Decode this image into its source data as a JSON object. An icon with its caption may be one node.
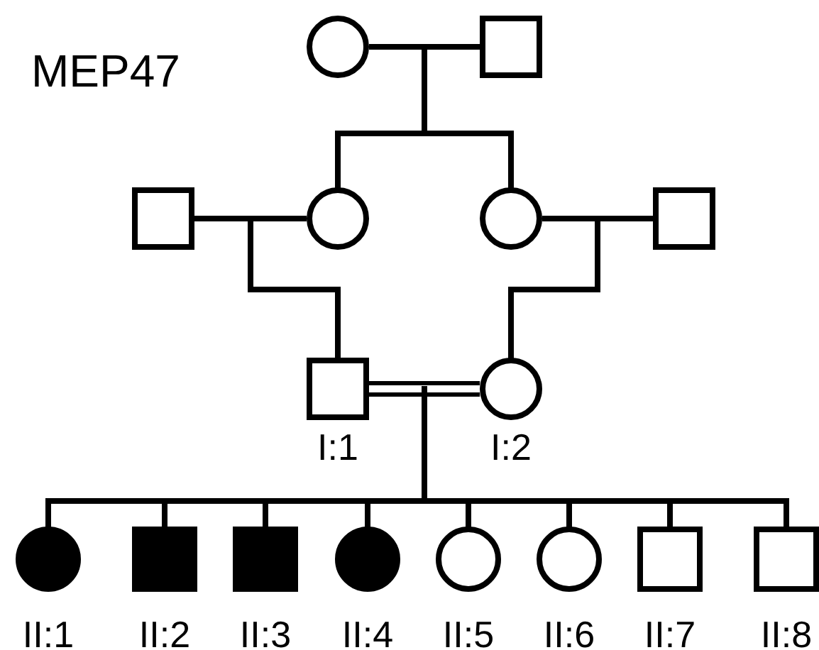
{
  "diagram": {
    "title": "MEP47",
    "nodes": [
      {
        "text": [],
        "shape": "circle"
      },
      {
        "text": [],
        "shape": "box"
      },
      {
        "text": [],
        "shape": "box"
      },
      {
        "text": [],
        "shape": "circle"
      },
      {
        "text": [],
        "shape": "circle"
      },
      {
        "text": [],
        "shape": "box"
      },
      {
        "text": [],
        "shape": "box",
        "beside": [
          "I:1"
        ]
      },
      {
        "text": [],
        "shape": "circle",
        "beside": [
          "I:2"
        ]
      },
      {
        "text": [],
        "shape": "disc",
        "beside": [
          "II:1"
        ]
      },
      {
        "text": [],
        "shape": "block",
        "beside": [
          "II:2"
        ]
      },
      {
        "text": [],
        "shape": "block",
        "beside": [
          "II:3"
        ]
      },
      {
        "text": [],
        "shape": "disc",
        "beside": [
          "II:4"
        ]
      },
      {
        "text": [],
        "shape": "circle",
        "beside": [
          "II:5"
        ]
      },
      {
        "text": [],
        "shape": "circle",
        "beside": [
          "II:6"
        ]
      },
      {
        "text": [],
        "shape": "box",
        "beside": [
          "II:7"
        ]
      },
      {
        "text": [],
        "shape": "box",
        "beside": [
          "II:8"
        ]
      }
    ],
    "edges": [
      {
        "from": 0,
        "to": 1,
        "arrow": "none"
      },
      {
        "from": 0,
        "to": 3,
        "arrow": "none"
      },
      {
        "from": 1,
        "to": 3,
        "arrow": "none"
      },
      {
        "from": 0,
        "to": 4,
        "arrow": "none"
      },
      {
        "from": 1,
        "to": 4,
        "arrow": "none"
      },
      {
        "from": 2,
        "to": 3,
        "arrow": "none"
      },
      {
        "from": 2,
        "to": 6,
        "arrow": "none"
      },
      {
        "from": 3,
        "to": 6,
        "arrow": "none"
      },
      {
        "from": 4,
        "to": 5,
        "arrow": "none"
      },
      {
        "from": 4,
        "to": 7,
        "arrow": "none"
      },
      {
        "from": 5,
        "to": 7,
        "arrow": "none"
      },
      {
        "from": 6,
        "to": 7,
        "arrow": "none"
      },
      {
        "from": 6,
        "to": 8,
        "arrow": "none"
      },
      {
        "from": 7,
        "to": 8,
        "arrow": "none"
      },
      {
        "from": 6,
        "to": 9,
        "arrow": "none"
      },
      {
        "from": 7,
        "to": 9,
        "arrow": "none"
      },
      {
        "from": 6,
        "to": 10,
        "arrow": "none"
      },
      {
        "from": 7,
        "to": 10,
        "arrow": "none"
      },
      {
        "from": 6,
        "to": 11,
        "arrow": "none"
      },
      {
        "from": 7,
        "to": 11,
        "arrow": "none"
      },
      {
        "from": 6,
        "to": 12,
        "arrow": "none"
      },
      {
        "from": 7,
        "to": 12,
        "arrow": "none"
      },
      {
        "from": 6,
        "to": 13,
        "arrow": "none"
      },
      {
        "from": 7,
        "to": 13,
        "arrow": "none"
      },
      {
        "from": 6,
        "to": 14,
        "arrow": "none"
      },
      {
        "from": 7,
        "to": 14,
        "arrow": "none"
      },
      {
        "from": 6,
        "to": 15,
        "arrow": "none"
      },
      {
        "from": 7,
        "to": 15,
        "arrow": "none"
      }
    ]
  }
}
